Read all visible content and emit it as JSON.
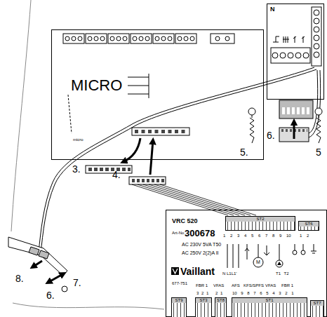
{
  "diagram": {
    "nodes": [
      {
        "text": [
          "MICRO",
          "micro"
        ]
      },
      {
        "text": [
          "N"
        ]
      },
      {
        "text": [
          "VRC 520",
          "Art-No",
          "300678",
          "AC 230V 5VA T50",
          "AC 250V 2(2)A II",
          "Vaillant",
          "677-751"
        ]
      },
      {
        "text": [
          "ST2"
        ],
        "in": 2
      },
      {
        "text": [
          "ST6"
        ],
        "in": 2
      },
      {
        "text": [
          "ST9"
        ],
        "in": 2
      },
      {
        "text": [
          "ST3"
        ],
        "in": 2
      },
      {
        "text": [
          "ST8"
        ],
        "in": 2
      },
      {
        "text": [
          "ST1"
        ],
        "in": 2
      },
      {
        "text": [
          "ST7"
        ],
        "in": 2
      }
    ],
    "labels": [
      "3.",
      "4.",
      "5.",
      "5",
      "6.",
      "6.",
      "7.",
      "8.",
      "1 2 3 4 5 6 7 8 9 10",
      "1 2",
      "N L1L1'",
      "T1 T2",
      "FBR 1",
      "3 2 1",
      "VFAS",
      "2 1",
      "AFS",
      "KFS/SPFS",
      "VFAS",
      "FBR 1",
      "10 9 8 7 6 5 4 3 2 1",
      "M"
    ]
  }
}
